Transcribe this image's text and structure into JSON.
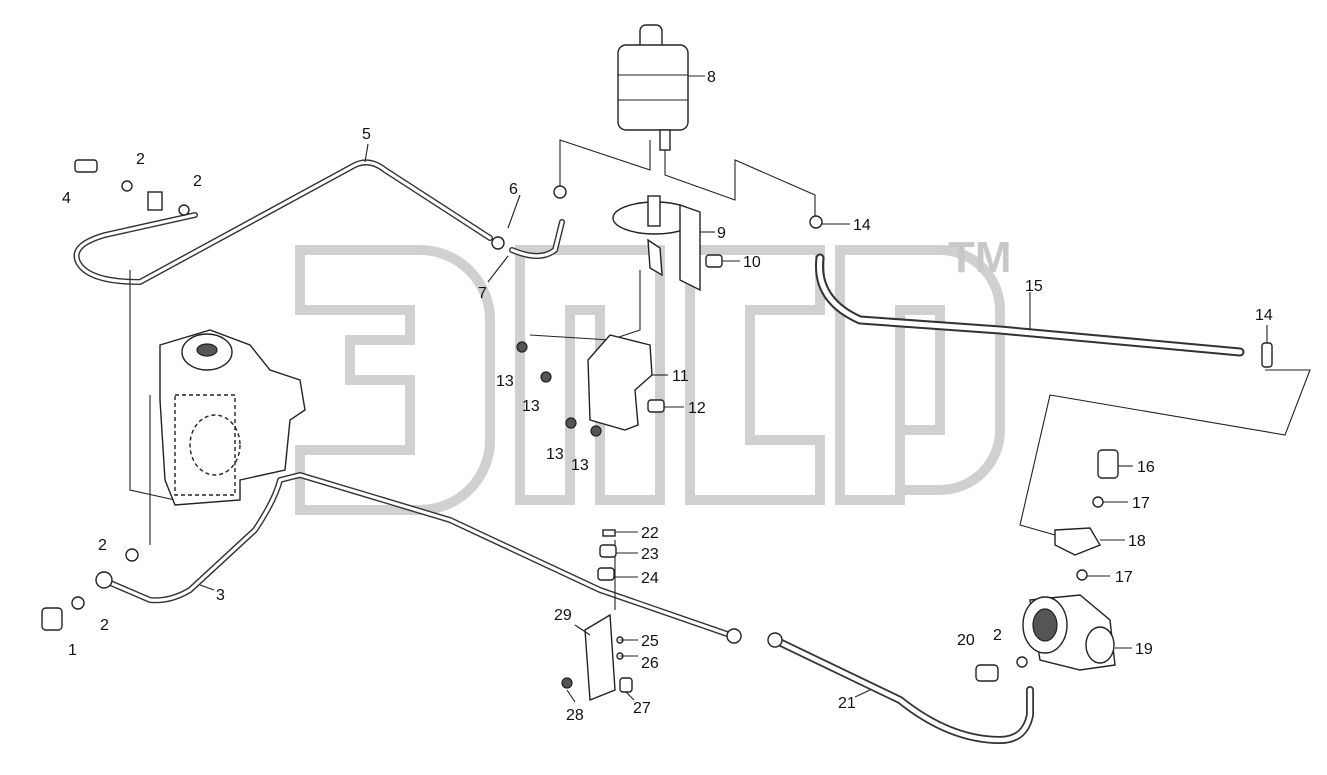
{
  "watermark": {
    "trademark": "TM"
  },
  "callouts": [
    {
      "id": "c1",
      "label": "1"
    },
    {
      "id": "c2a",
      "label": "2"
    },
    {
      "id": "c2b",
      "label": "2"
    },
    {
      "id": "c2c",
      "label": "2"
    },
    {
      "id": "c2d",
      "label": "2"
    },
    {
      "id": "c2e",
      "label": "2"
    },
    {
      "id": "c3",
      "label": "3"
    },
    {
      "id": "c4",
      "label": "4"
    },
    {
      "id": "c5",
      "label": "5"
    },
    {
      "id": "c6",
      "label": "6"
    },
    {
      "id": "c7",
      "label": "7"
    },
    {
      "id": "c8",
      "label": "8"
    },
    {
      "id": "c9",
      "label": "9"
    },
    {
      "id": "c10",
      "label": "10"
    },
    {
      "id": "c11",
      "label": "11"
    },
    {
      "id": "c12",
      "label": "12"
    },
    {
      "id": "c13a",
      "label": "13"
    },
    {
      "id": "c13b",
      "label": "13"
    },
    {
      "id": "c13c",
      "label": "13"
    },
    {
      "id": "c13d",
      "label": "13"
    },
    {
      "id": "c14a",
      "label": "14"
    },
    {
      "id": "c14b",
      "label": "14"
    },
    {
      "id": "c15",
      "label": "15"
    },
    {
      "id": "c16",
      "label": "16"
    },
    {
      "id": "c17a",
      "label": "17"
    },
    {
      "id": "c17b",
      "label": "17"
    },
    {
      "id": "c18",
      "label": "18"
    },
    {
      "id": "c19",
      "label": "19"
    },
    {
      "id": "c20",
      "label": "20"
    },
    {
      "id": "c21",
      "label": "21"
    },
    {
      "id": "c22",
      "label": "22"
    },
    {
      "id": "c23",
      "label": "23"
    },
    {
      "id": "c24",
      "label": "24"
    },
    {
      "id": "c25",
      "label": "25"
    },
    {
      "id": "c26",
      "label": "26"
    },
    {
      "id": "c27",
      "label": "27"
    },
    {
      "id": "c28",
      "label": "28"
    },
    {
      "id": "c29",
      "label": "29"
    }
  ]
}
